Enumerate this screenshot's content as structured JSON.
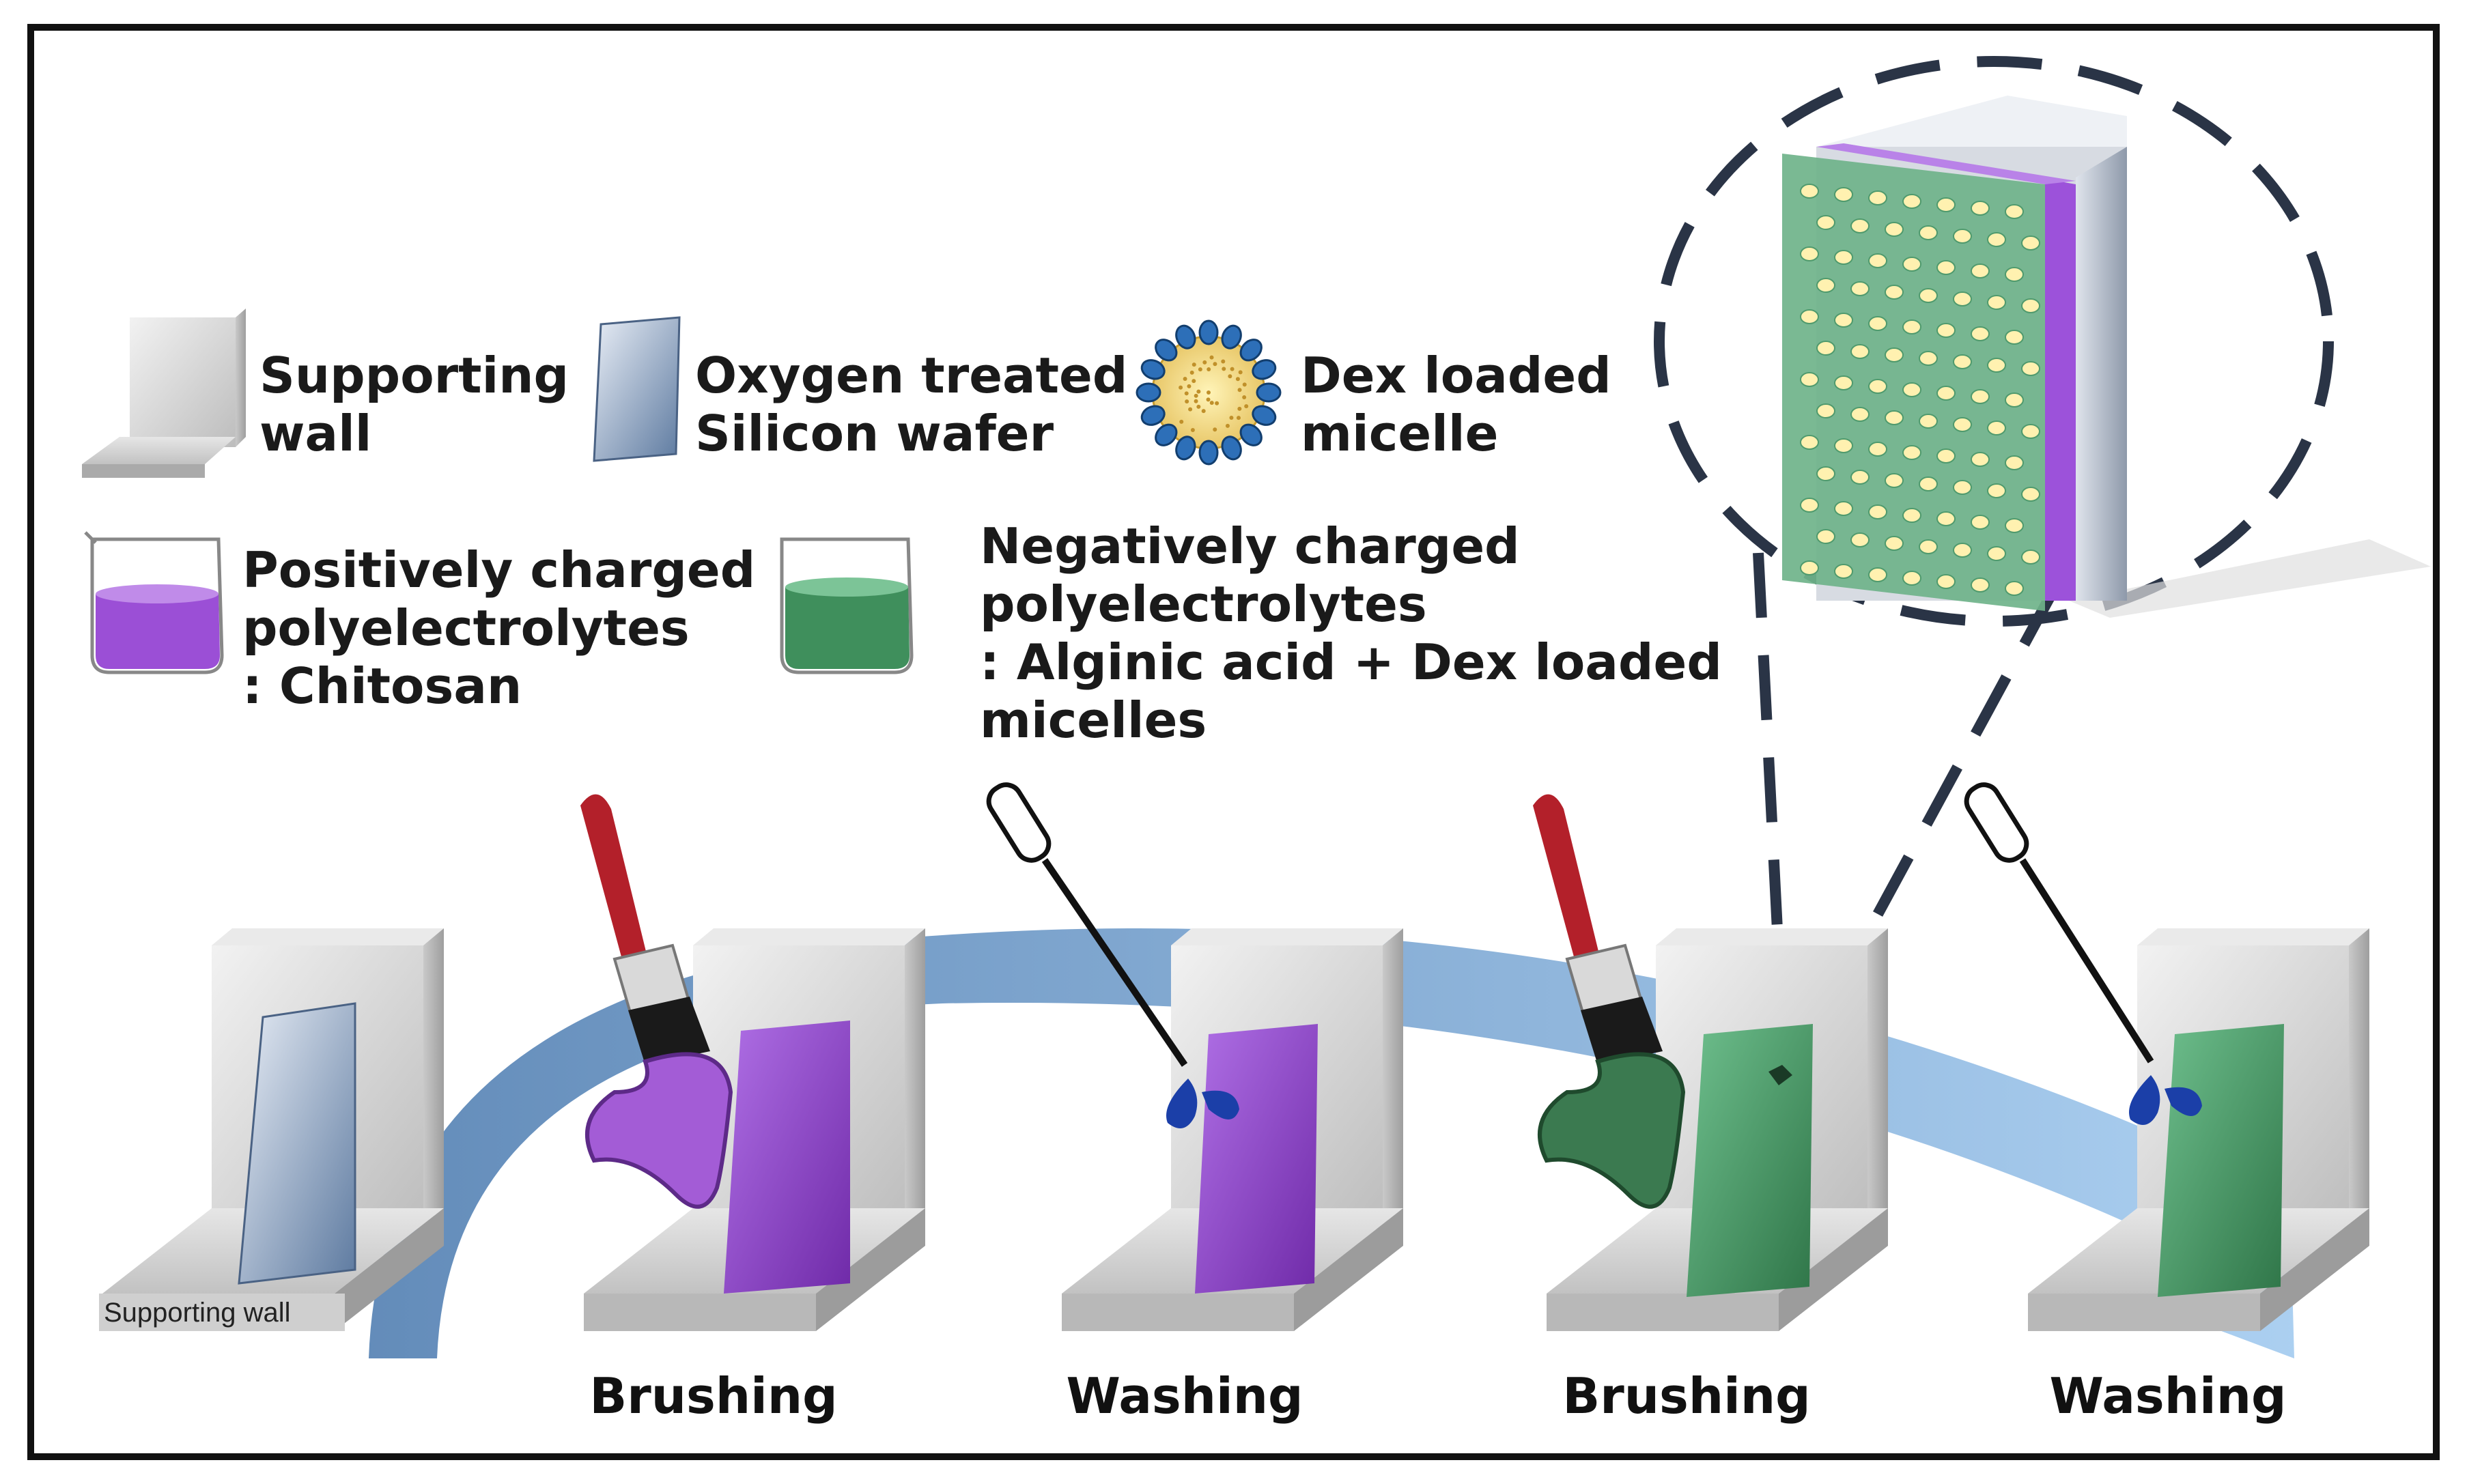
{
  "legend": {
    "supporting_wall": [
      "Supporting",
      "wall"
    ],
    "silicon_wafer": [
      "Oxygen treated",
      "Silicon wafer"
    ],
    "micelle": [
      "Dex loaded",
      "micelle"
    ],
    "positive": [
      "Positively charged",
      "polyelectrolytes",
      ": Chitosan"
    ],
    "negative": [
      "Negatively charged",
      "polyelectrolytes",
      ": Alginic acid + Dex loaded",
      "micelles"
    ]
  },
  "wall_tag": "Supporting wall",
  "steps": [
    "Brushing",
    "Washing",
    "Brushing",
    "Washing"
  ],
  "colors": {
    "purple": "#8a3fc4",
    "green": "#3f8a5a",
    "wafer_blue": "#6f8fb4",
    "arrow_blue": "#7fb0dc",
    "dashed": "#2a3446",
    "brush_red": "#b3202a",
    "drop_blue": "#1b3fa8"
  }
}
